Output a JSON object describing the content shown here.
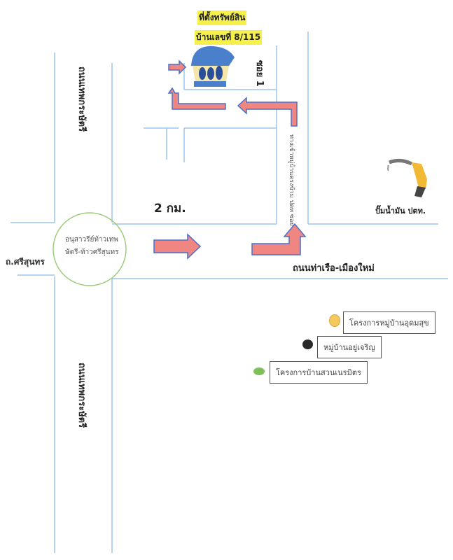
{
  "title": {
    "line1": "ที่ตั้งทรัพย์สิน",
    "line2": "บ้านเลขที่ 8/115"
  },
  "roads": {
    "soi1": "ซอย 1",
    "left_road_upper": "ถนนเทพกระษัตรี",
    "left_road_lower": "ถนนเทพกระษัตรี",
    "side_soi": "ทางเข้าหมู่บ้านตรงข้าม ปตท ซอย",
    "west_road": "ถ.ศรีสุนทร",
    "main_road": "ถนนท่าเรือ-เมืองใหม่"
  },
  "distance": "2 กม.",
  "landmarks": {
    "monument": "อนุสาวรีย์ท้าวเทพษัตรี-ท้าวศรีสุนทร",
    "gas_station": "ปั๊มน้ำมัน ปตท."
  },
  "legend": [
    {
      "label": "โครงการหมู่บ้านอุดมสุข",
      "color": "#f3c95c"
    },
    {
      "label": "หมู่บ้านอยู่เจริญ",
      "color": "#2a2a2a"
    },
    {
      "label": "โครงการบ้านสวนเนรมิตร",
      "color": "#7fbf5a"
    }
  ],
  "colors": {
    "road": "#9cc6ea",
    "arrow_fill": "#f08682",
    "arrow_stroke": "#4a6fc8"
  }
}
